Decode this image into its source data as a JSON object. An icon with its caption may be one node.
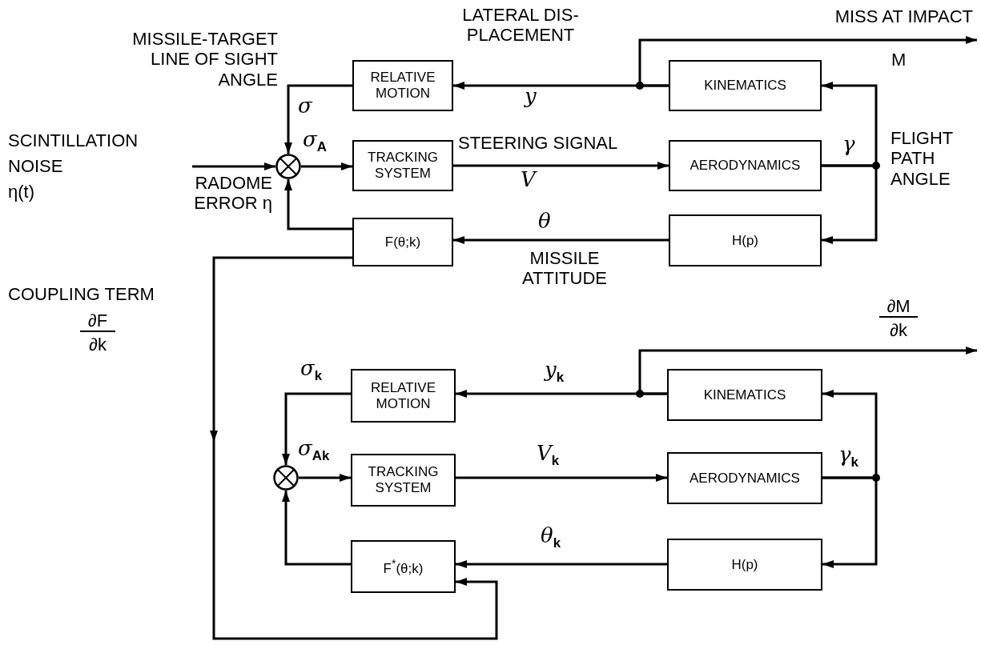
{
  "diagram": {
    "nodes": [
      {
        "text": [
          "SCINTILLATION NOISE",
          "η(t)"
        ]
      },
      {
        "text": [],
        "shape": "circle"
      },
      {
        "text": [
          "RELATIVE MOTION"
        ]
      },
      {
        "text": [
          "TRACKING SYSTEM"
        ]
      },
      {
        "text": [
          "F(θ;k)"
        ]
      },
      {
        "text": [
          "KINEMATICS"
        ]
      },
      {
        "text": [
          "AERODYNAMICS"
        ]
      },
      {
        "text": [
          "H(p)"
        ]
      },
      {
        "text": [],
        "shape": "circle"
      },
      {
        "text": [
          "RELATIVE MOTION"
        ]
      },
      {
        "text": [
          "TRACKING SYSTEM"
        ]
      },
      {
        "text": [
          "F$^{*}$(θ;k)"
        ]
      },
      {
        "text": [
          "KINEMATICS"
        ]
      },
      {
        "text": [
          "AERODYNAMICS"
        ]
      },
      {
        "text": [
          "H(p)"
        ]
      }
    ],
    "edges": [
      {
        "from": 0,
        "to": 1,
        "arrow": "to"
      },
      {
        "from": 2,
        "to": 1,
        "arrow": "to",
        "label": "σ"
      },
      {
        "from": 1,
        "to": 3,
        "arrow": "to",
        "label": "σ$_{A}$"
      },
      {
        "from": 3,
        "to": 6,
        "arrow": "to",
        "label": "V"
      },
      {
        "from": 6,
        "to": 5,
        "arrow": "to"
      },
      {
        "from": 6,
        "to": 7,
        "arrow": "to"
      },
      {
        "from": 5,
        "to": 2,
        "arrow": "to",
        "label": "y"
      },
      {
        "from": 5,
        "to": null,
        "arrow": "to"
      },
      {
        "from": 7,
        "to": 4,
        "arrow": "to",
        "label": "θ"
      },
      {
        "from": 4,
        "to": 1,
        "arrow": "to"
      },
      {
        "from": 4,
        "to": 11,
        "arrow": "to"
      },
      {
        "from": 9,
        "to": 8,
        "arrow": "to",
        "label": "σ$_{k}$"
      },
      {
        "from": 8,
        "to": 10,
        "arrow": "to",
        "label": "σ$_{A}$$_{k}$"
      },
      {
        "from": 10,
        "to": 13,
        "arrow": "to",
        "label": "V$_{k}$"
      },
      {
        "from": 13,
        "to": 12,
        "arrow": "to"
      },
      {
        "from": 13,
        "to": 14,
        "arrow": "to"
      },
      {
        "from": 12,
        "to": 9,
        "arrow": "to",
        "label": "y$_{k}$"
      },
      {
        "from": 12,
        "to": null,
        "arrow": "to"
      },
      {
        "from": 14,
        "to": 11,
        "arrow": "to",
        "label": "θ$_{k}$"
      },
      {
        "from": 11,
        "to": 8,
        "arrow": "to"
      }
    ],
    "labels": [
      "LATERAL DIS- PLACEMENT",
      "MISS AT IMPACT",
      "MISSILE-TARGET LINE OF SIGHT ANGLE",
      "M",
      "γ",
      "FLIGHT PATH ANGLE",
      "STEERING SIGNAL",
      "RADOME ERROR η",
      "MISSILE ATTITUDE",
      "COUPLING TERM",
      "∂F",
      "∂k",
      "∂M",
      "∂k",
      "γ$_{k}$"
    ]
  }
}
